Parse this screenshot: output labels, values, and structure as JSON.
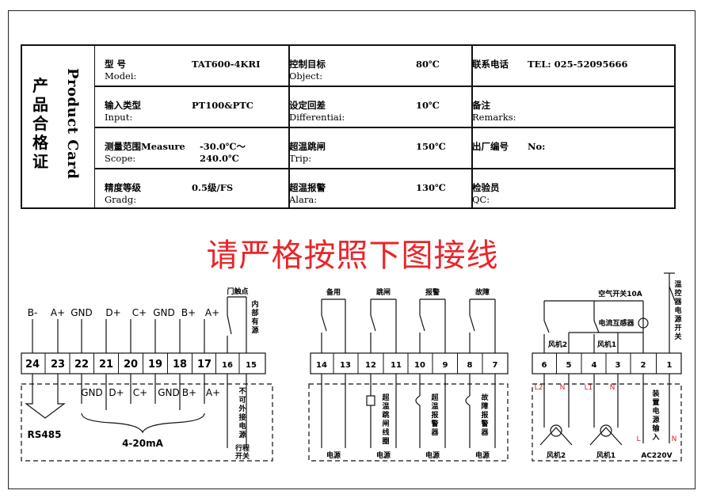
{
  "card": {
    "title_cn": [
      "产",
      "品",
      "合",
      "格",
      "证"
    ],
    "title_en": "Product Card",
    "rows": [
      [
        {
          "cn": "型      号",
          "en": "Modei:",
          "value": "TAT600-4KRI"
        },
        {
          "cn": "控制目标",
          "en": "Object:",
          "value": "80℃"
        },
        {
          "cn": "联系电话",
          "en": "",
          "value": "TEL:  025-52095666"
        }
      ],
      [
        {
          "cn": "输入类型",
          "en": "Input:",
          "value": "PT100&PTC"
        },
        {
          "cn": "设定回差",
          "en": "Differentiai:",
          "value": "10℃"
        },
        {
          "cn": "备注",
          "en": "Remarks:",
          "value": ""
        }
      ],
      [
        {
          "cn": "测量范围Measure",
          "en": "Scope:",
          "value": "-30.0℃～240.0℃"
        },
        {
          "cn": "超温跳闸",
          "en": "Trip:",
          "value": "150℃"
        },
        {
          "cn": "出厂编号",
          "en": "",
          "value": "No:"
        }
      ],
      [
        {
          "cn": "精度等级",
          "en": "Gradg:",
          "value": "0.5级/FS"
        },
        {
          "cn": "超温报警",
          "en": "Alara:",
          "value": "130℃"
        },
        {
          "cn": "检验员",
          "en": "QC:",
          "value": ""
        }
      ]
    ]
  },
  "banner": "请严格按照下图接线",
  "wiring": {
    "left_top_labels": [
      "B-",
      "A+",
      "GND",
      "D+",
      "C+",
      "GND",
      "B+",
      "A+"
    ],
    "door_contact": "门触点",
    "internal_source": [
      "内",
      "部",
      "有",
      "源"
    ],
    "left_terminals": [
      "24",
      "23",
      "22",
      "21",
      "20",
      "19",
      "18",
      "17",
      "16",
      "15"
    ],
    "left_bottom_labels": [
      "GND",
      "D+",
      "C+",
      "GND",
      "B+",
      "A+"
    ],
    "rs485": "RS485",
    "ma": "4-20mA",
    "no_external": [
      "不",
      "可",
      "外",
      "接",
      "电",
      "源"
    ],
    "travel_switch": [
      "行程",
      "开关"
    ],
    "mid_relay_labels": [
      "备用",
      "跳闸",
      "报警",
      "故障"
    ],
    "mid_terminals": [
      "14",
      "13",
      "12",
      "11",
      "10",
      "9",
      "8",
      "7"
    ],
    "mid_devices": [
      [
        "超",
        "温",
        "跳",
        "闸",
        "线",
        "圈"
      ],
      [
        "超",
        "温",
        "报",
        "警",
        "器"
      ],
      [
        "故",
        "障",
        "报",
        "警",
        "器"
      ]
    ],
    "mid_power": [
      "电源",
      "电源",
      "电源",
      "电源"
    ],
    "right_terminals": [
      "6",
      "5",
      "4",
      "3",
      "2",
      "1"
    ],
    "air_switch": "空气开关10A",
    "current_transformer": "电流互感器",
    "fan2": "风机2",
    "fan1": "风机1",
    "temp_ctrl_switch": [
      "温",
      "控",
      "器",
      "电",
      "源",
      "开",
      "关"
    ],
    "phase_labels": [
      "L2",
      "N",
      "L1",
      "N"
    ],
    "device_power_input": [
      "装",
      "置",
      "电",
      "源",
      "输",
      "入"
    ],
    "ln": [
      "L",
      "N"
    ],
    "ac220": "AC220V"
  }
}
